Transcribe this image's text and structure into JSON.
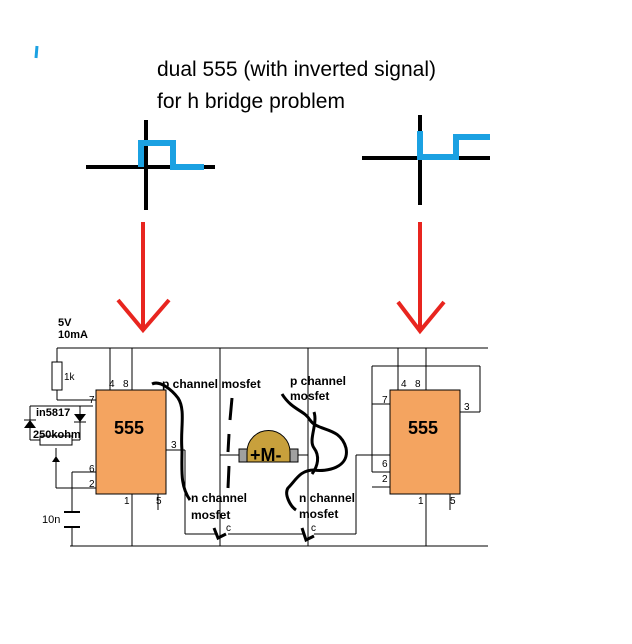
{
  "title": {
    "line1": "dual 555 (with inverted signal)",
    "line2": "for h bridge problem"
  },
  "supply": {
    "voltage": "5V",
    "current": "10mA"
  },
  "components": {
    "resistor_1k": "1k",
    "diode": "in5817",
    "pot": "250kohm",
    "cap": "10n"
  },
  "ic_left": {
    "label": "555",
    "pins": [
      "4",
      "8",
      "7",
      "3",
      "6",
      "2",
      "1",
      "5"
    ]
  },
  "ic_right": {
    "label": "555",
    "pins": [
      "4",
      "8",
      "7",
      "3",
      "6",
      "2",
      "1",
      "5"
    ]
  },
  "mosfets": {
    "p_left": "p channel mosfet",
    "p_right_line1": "p channel",
    "p_right_line2": "mosfet",
    "n_left_line1": "n channel",
    "n_left_line2": "mosfet",
    "n_right_line1": "n channel",
    "n_right_line2": "mosfet",
    "c_left": "c",
    "c_right": "c"
  },
  "motor": {
    "label": "+M-"
  },
  "colors": {
    "ic_fill": "#f4a460",
    "motor_fill": "#c8a03c",
    "arrow": "#e8251f",
    "signal": "#1ba1e2",
    "wire": "#000000"
  }
}
